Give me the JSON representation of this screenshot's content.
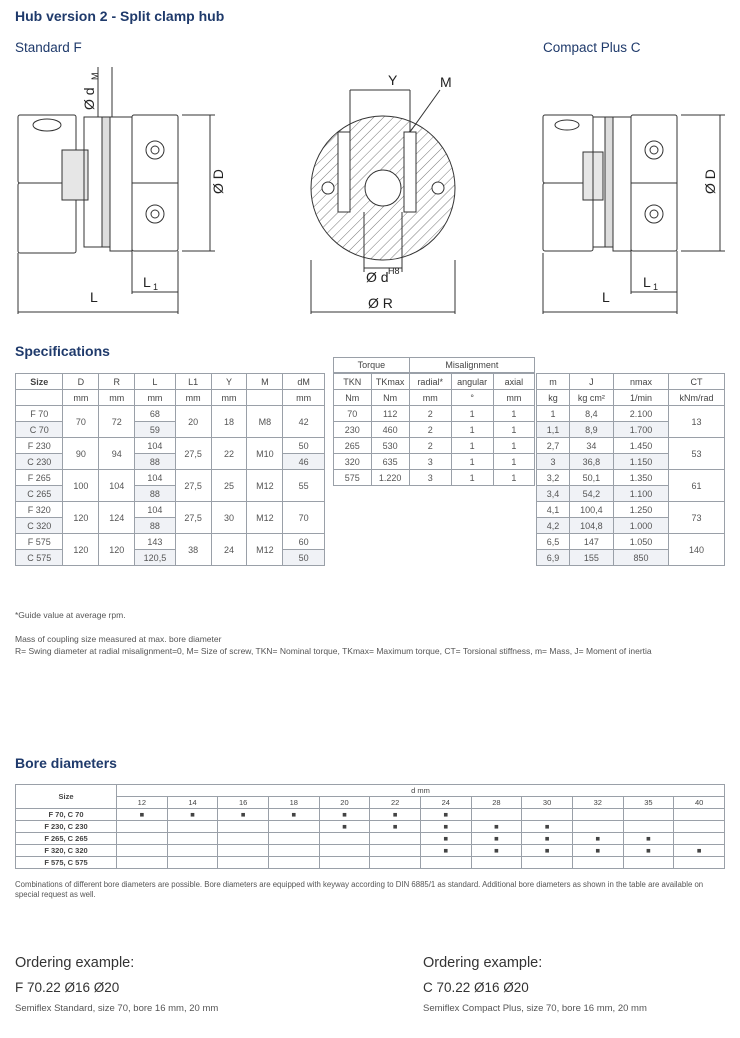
{
  "title": "Hub version 2 - Split clamp hub",
  "drawings": {
    "left_label": "Standard F",
    "right_label": "Compact Plus C",
    "dims": {
      "dm": "Ø d",
      "dm_sub": "M",
      "D": "Ø D",
      "L": "L",
      "L1": "L",
      "L1_sub": "1",
      "Y": "Y",
      "M": "M",
      "d": "Ø d",
      "d_sup": "H8",
      "R": "Ø R"
    }
  },
  "specs": {
    "heading": "Specifications",
    "group_torque": "Torque",
    "group_misalign": "Misalignment",
    "cols": [
      "Size",
      "D",
      "R",
      "L",
      "L1",
      "Y",
      "M",
      "dM",
      "TKN",
      "TKmax",
      "radial*",
      "angular",
      "axial",
      "m",
      "J",
      "nmax",
      "CT"
    ],
    "units": [
      "",
      "mm",
      "mm",
      "mm",
      "mm",
      "mm",
      "",
      "mm",
      "Nm",
      "Nm",
      "mm",
      "°",
      "mm",
      "kg",
      "kg cm²",
      "1/min",
      "kNm/rad"
    ],
    "rows": [
      {
        "size": "F 70",
        "L": "68",
        "m": "1",
        "J": "8,4",
        "n": "2.100"
      },
      {
        "size": "C 70",
        "L": "59",
        "m": "1,1",
        "J": "8,9",
        "n": "1.700"
      },
      {
        "size": "F 230",
        "L": "104",
        "dm": "50",
        "m": "2,7",
        "J": "34",
        "n": "1.450"
      },
      {
        "size": "C 230",
        "L": "88",
        "dm": "46",
        "m": "3",
        "J": "36,8",
        "n": "1.150"
      },
      {
        "size": "F 265",
        "L": "104",
        "m": "3,2",
        "J": "50,1",
        "n": "1.350"
      },
      {
        "size": "C 265",
        "L": "88",
        "m": "3,4",
        "J": "54,2",
        "n": "1.100"
      },
      {
        "size": "F 320",
        "L": "104",
        "m": "4,1",
        "J": "100,4",
        "n": "1.250"
      },
      {
        "size": "C 320",
        "L": "88",
        "m": "4,2",
        "J": "104,8",
        "n": "1.000"
      },
      {
        "size": "F 575",
        "L": "143",
        "dm": "60",
        "m": "6,5",
        "J": "147",
        "n": "1.050"
      },
      {
        "size": "C 575",
        "L": "120,5",
        "dm": "50",
        "m": "6,9",
        "J": "155",
        "n": "850"
      }
    ],
    "groups": [
      {
        "D": "70",
        "R": "72",
        "L1": "20",
        "Y": "18",
        "M": "M8",
        "dm": "42",
        "TKN": "70",
        "TKmax": "112",
        "radial": "2",
        "angular": "1",
        "axial": "1",
        "CT": "13"
      },
      {
        "D": "90",
        "R": "94",
        "L1": "27,5",
        "Y": "22",
        "M": "M10",
        "TKN": "230",
        "TKmax": "460",
        "radial": "2",
        "angular": "1",
        "axial": "1",
        "CT": "53"
      },
      {
        "D": "100",
        "R": "104",
        "L1": "27,5",
        "Y": "25",
        "M": "M12",
        "dm": "55",
        "TKN": "265",
        "TKmax": "530",
        "radial": "2",
        "angular": "1",
        "axial": "1",
        "CT": "61"
      },
      {
        "D": "120",
        "R": "124",
        "L1": "27,5",
        "Y": "30",
        "M": "M12",
        "dm": "70",
        "TKN": "320",
        "TKmax": "635",
        "radial": "3",
        "angular": "1",
        "axial": "1",
        "CT": "73"
      },
      {
        "D": "120",
        "R": "120",
        "L1": "38",
        "Y": "24",
        "M": "M12",
        "TKN": "575",
        "TKmax": "1.220",
        "radial": "3",
        "angular": "1",
        "axial": "1",
        "CT": "140"
      }
    ]
  },
  "notes": {
    "guide": "*Guide value at average rpm.",
    "mass": "Mass of coupling size measured at max. bore diameter",
    "legend": "R= Swing diameter at radial misalignment=0, M= Size of screw, TKN= Nominal torque, TKmax= Maximum torque, CT= Torsional stiffness, m= Mass, J= Moment of inertia"
  },
  "bore": {
    "heading": "Bore diameters",
    "size_label": "Size",
    "unit_label": "d mm",
    "diameters": [
      "12",
      "14",
      "16",
      "18",
      "20",
      "22",
      "24",
      "28",
      "30",
      "32",
      "35",
      "40"
    ],
    "rows": [
      {
        "size": "F 70, C 70",
        "marks": [
          1,
          1,
          1,
          1,
          1,
          1,
          1,
          0,
          0,
          0,
          0,
          0
        ]
      },
      {
        "size": "F 230, C 230",
        "marks": [
          0,
          0,
          0,
          0,
          1,
          1,
          1,
          1,
          1,
          0,
          0,
          0
        ]
      },
      {
        "size": "F 265, C 265",
        "marks": [
          0,
          0,
          0,
          0,
          0,
          0,
          1,
          1,
          1,
          1,
          1,
          0
        ]
      },
      {
        "size": "F 320, C 320",
        "marks": [
          0,
          0,
          0,
          0,
          0,
          0,
          1,
          1,
          1,
          1,
          1,
          1
        ]
      },
      {
        "size": "F 575, C 575",
        "marks": [
          0,
          0,
          0,
          0,
          0,
          0,
          0,
          0,
          0,
          0,
          0,
          0
        ]
      }
    ],
    "mark_glyph": "■",
    "note": "Combinations of different bore diameters are possible. Bore diameters are equipped with keyway according to DIN 6885/1 as standard. Additional bore diameters as shown in the table are available on special request as well."
  },
  "ordering": [
    {
      "heading": "Ordering example:",
      "code": "F 70.22 Ø16 Ø20",
      "desc": "Semiflex Standard, size 70, bore 16 mm, 20 mm"
    },
    {
      "heading": "Ordering example:",
      "code": "C 70.22 Ø16 Ø20",
      "desc": "Semiflex Compact Plus, size 70, bore 16 mm, 20 mm"
    }
  ]
}
